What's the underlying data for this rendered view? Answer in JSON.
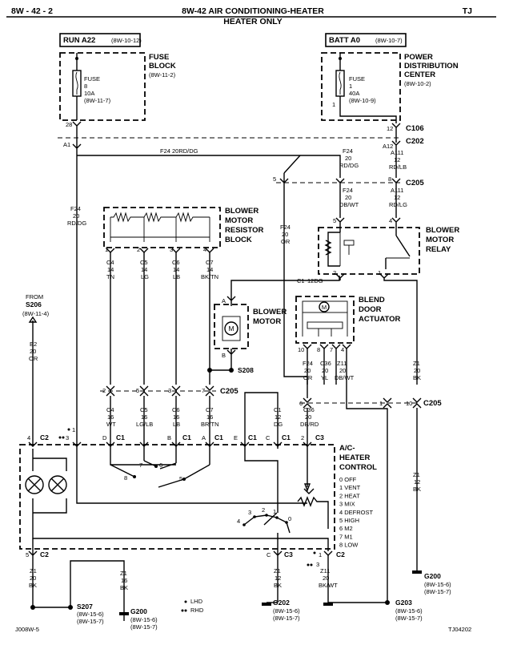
{
  "header": {
    "page_ref": "8W - 42 - 2",
    "title_line1": "8W-42 AIR CONDITIONING-HEATER",
    "title_line2": "HEATER ONLY",
    "model": "TJ"
  },
  "sources": {
    "run": {
      "label": "RUN A22",
      "ref": "(8W-10-12)"
    },
    "batt": {
      "label": "BATT A0",
      "ref": "(8W-10-7)"
    }
  },
  "fuse_block": {
    "name_lines": [
      "FUSE",
      "BLOCK",
      "(8W-11-2)"
    ],
    "fuse_lines": [
      "FUSE",
      "8",
      "10A",
      "(8W-11-7)"
    ],
    "pin": "28"
  },
  "pdc": {
    "name_lines": [
      "POWER",
      "DISTRIBUTION",
      "CENTER",
      "(8W-10-2)"
    ],
    "fuse_lines": [
      "FUSE",
      "1",
      "40A",
      "(8W-10-9)"
    ],
    "pin": "1"
  },
  "connectors": {
    "c106": "C106",
    "c106_pin": "12",
    "c202": "C202",
    "a1": "A1",
    "a12": "A12",
    "c205_top": "C205",
    "c205_pin5": "5",
    "c205_pin8": "8",
    "c1_left": "C1",
    "c1_left_pin": "12DG",
    "s208": "S208",
    "c205_mid": "C205",
    "c205_pins": [
      "2",
      "5",
      "3",
      "7"
    ],
    "c205_right": "C205",
    "c205_right_pins": [
      "6",
      "1",
      "10"
    ]
  },
  "wires": {
    "f24_run": [
      "F24",
      "20",
      "RD/DG"
    ],
    "f24_top": "F24   20RD/DG",
    "f24_a": [
      "F24",
      "20",
      "RD/DG"
    ],
    "a111_a": [
      "A111",
      "12",
      "RD/LB"
    ],
    "f24_b": [
      "F24",
      "20",
      "DB/WT"
    ],
    "a111_b": [
      "A111",
      "12",
      "RD/LG"
    ],
    "f24_or": [
      "F24",
      "20",
      "OR"
    ],
    "c4": [
      "C4",
      "14",
      "TN"
    ],
    "c5": [
      "C5",
      "14",
      "LG"
    ],
    "c6": [
      "C6",
      "14",
      "LB"
    ],
    "c7": [
      "C7",
      "14",
      "BK/TN"
    ],
    "e2": [
      "E2",
      "20",
      "OR"
    ],
    "f24_blend": [
      "F24",
      "20",
      "OR"
    ],
    "c36_blend": [
      "C36",
      "20",
      "YL"
    ],
    "z11_blend": [
      "Z11",
      "20",
      "DB/WT"
    ],
    "z1_relay": [
      "Z1",
      "20",
      "BK"
    ],
    "c4b": [
      "C4",
      "16",
      "WT"
    ],
    "c5b": [
      "C5",
      "16",
      "LG/LB"
    ],
    "c6b": [
      "C6",
      "16",
      "LB"
    ],
    "c7b": [
      "C7",
      "16",
      "BR/TN"
    ],
    "c1w": [
      "C1",
      "12",
      "DG"
    ],
    "c36w": [
      "C36",
      "20",
      "DB/RD"
    ],
    "z1_right": [
      "Z1",
      "12",
      "BK"
    ],
    "z1_s207": [
      "Z1",
      "20",
      "BK"
    ],
    "z1_g200": [
      "Z1",
      "16",
      "BK"
    ],
    "z1_g202": [
      "Z1",
      "12",
      "BK"
    ],
    "z11_g203": [
      "Z11",
      "20",
      "BK/WT"
    ]
  },
  "components": {
    "resistor": [
      "BLOWER",
      "MOTOR",
      "RESISTOR",
      "BLOCK"
    ],
    "resistor_pins": [
      "1",
      "2",
      "3",
      "4"
    ],
    "relay": [
      "BLOWER",
      "MOTOR",
      "RELAY"
    ],
    "relay_pins": [
      "5",
      "4",
      "2",
      "1"
    ],
    "motor": [
      "BLOWER",
      "MOTOR"
    ],
    "motor_pins": [
      "A",
      "B"
    ],
    "blend": [
      "BLEND",
      "DOOR",
      "ACTUATOR"
    ],
    "blend_pins": [
      "10",
      "8",
      "7",
      "4"
    ],
    "from_s206": [
      "FROM",
      "S206",
      "(8W-11-4)"
    ],
    "control": [
      "A/C-",
      "HEATER",
      "CONTROL"
    ],
    "control_positions": [
      "0 OFF",
      "1 VENT",
      "2 HEAT",
      "3 MIX",
      "4 DEFROST",
      "5 HIGH",
      "6 M2",
      "7 M1",
      "8 LOW"
    ],
    "top_pins": [
      "4",
      "3",
      "D",
      "B",
      "A",
      "E",
      "C",
      "2"
    ],
    "top_cons": [
      "C2",
      "C1",
      "C1",
      "C1",
      "C1",
      "C1",
      "C3",
      "C2"
    ],
    "bot_pins": [
      "5",
      "C",
      "1"
    ],
    "bot_cons": [
      "C2",
      "C3",
      "C2"
    ],
    "dot1_pin": "1",
    "dot3_pin": "3",
    "switch_labels": [
      "7",
      "6",
      "8",
      "5",
      "4",
      "3",
      "2",
      "1",
      "0"
    ]
  },
  "grounds": {
    "s207": "S207",
    "s207_refs": [
      "(8W-15-6)",
      "(8W-15-7)"
    ],
    "g200": "G200",
    "g200_refs": [
      "(8W-15-6)",
      "(8W-15-7)"
    ],
    "g202": "G202",
    "g202_refs": [
      "(8W-15-6)",
      "(8W-15-7)"
    ],
    "g203": "G203",
    "g203_refs": [
      "(8W-15-6)",
      "(8W-15-7)"
    ],
    "g200_r": "G200",
    "g200_r_refs": [
      "(8W-15-6)",
      "(8W-15-7)"
    ]
  },
  "legend": {
    "lhd": "LHD",
    "rhd": "RHD"
  },
  "footer": {
    "left": "J008W-5",
    "right": "TJ04202"
  }
}
